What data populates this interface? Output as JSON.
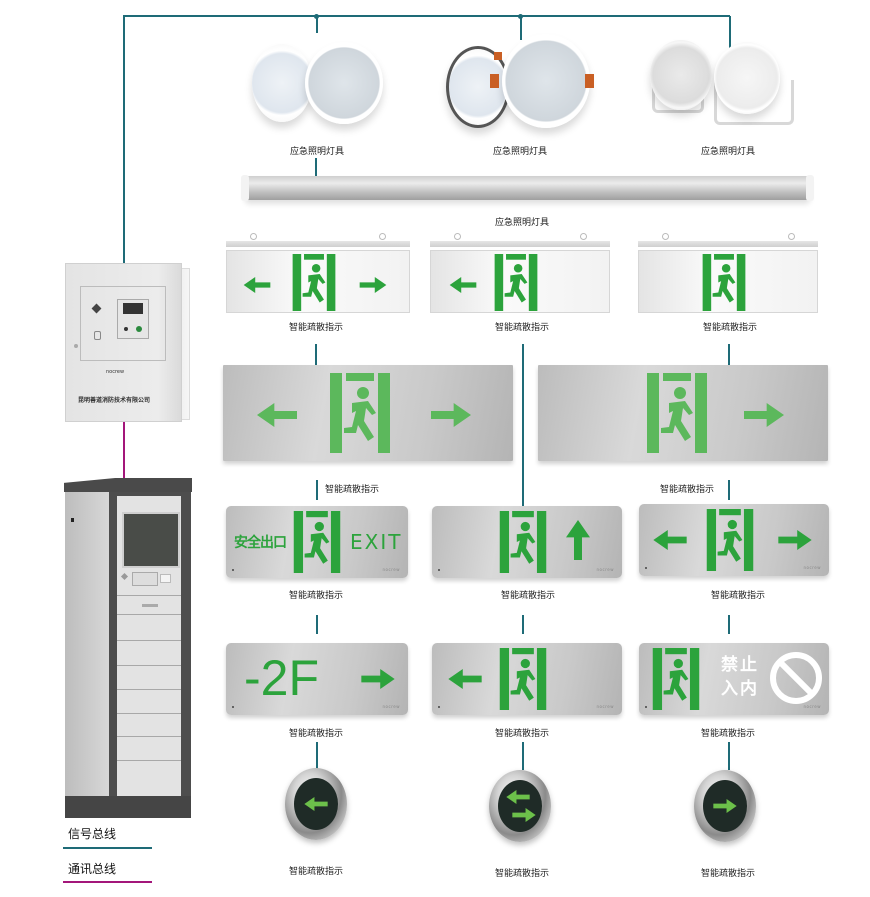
{
  "diagram": {
    "title": "智能疏散照明系统拓扑",
    "colors": {
      "signal_bus": "#1e6b77",
      "comm_bus": "#a3167a",
      "sign_green": "#2ca33c",
      "sign_light_green": "#5cb85c"
    },
    "legend": [
      {
        "label": "信号总线",
        "color": "#1e6b77"
      },
      {
        "label": "通讯总线",
        "color": "#a3167a"
      }
    ],
    "controller": {
      "company_label": "昆明善道消防技术有限公司",
      "brand": "nocrew"
    },
    "lighting": {
      "round_lamps": [
        {
          "label": "应急照明灯具",
          "type": "ceiling-disc-lamp"
        },
        {
          "label": "应急照明灯具",
          "type": "recessed-downlight"
        },
        {
          "label": "应急照明灯具",
          "type": "flood-lamp"
        }
      ],
      "tube": {
        "label": "应急照明灯具",
        "type": "linear-tube-lamp"
      }
    },
    "hanging_signs": [
      {
        "label": "智能疏散指示",
        "content": "arrow-left exit arrow-right"
      },
      {
        "label": "智能疏散指示",
        "content": "arrow-left exit"
      },
      {
        "label": "智能疏散指示",
        "content": "exit"
      }
    ],
    "large_panels": [
      {
        "label": "智能疏散指示",
        "content": "arrow-left exit arrow-right"
      },
      {
        "label": "智能疏散指示",
        "content": "exit arrow-right"
      }
    ],
    "slim_panels_row1": [
      {
        "label": "智能疏散指示",
        "text_left": "安全出口",
        "text_right": "EXIT"
      },
      {
        "label": "智能疏散指示",
        "content": "exit arrow-up"
      },
      {
        "label": "智能疏散指示",
        "content": "arrow-left exit arrow-right"
      }
    ],
    "slim_panels_row2": [
      {
        "label": "智能疏散指示",
        "floor_text": "-2F"
      },
      {
        "label": "智能疏散指示",
        "content": "arrow-left exit"
      },
      {
        "label": "智能疏散指示",
        "no_entry_line1": "禁止",
        "no_entry_line2": "入内"
      }
    ],
    "round_indicators": [
      {
        "label": "智能疏散指示",
        "content": "arrow-left"
      },
      {
        "label": "智能疏散指示",
        "content": "arrow-both"
      },
      {
        "label": "智能疏散指示",
        "content": "arrow-right"
      }
    ],
    "panel_brand": "nocrew"
  }
}
